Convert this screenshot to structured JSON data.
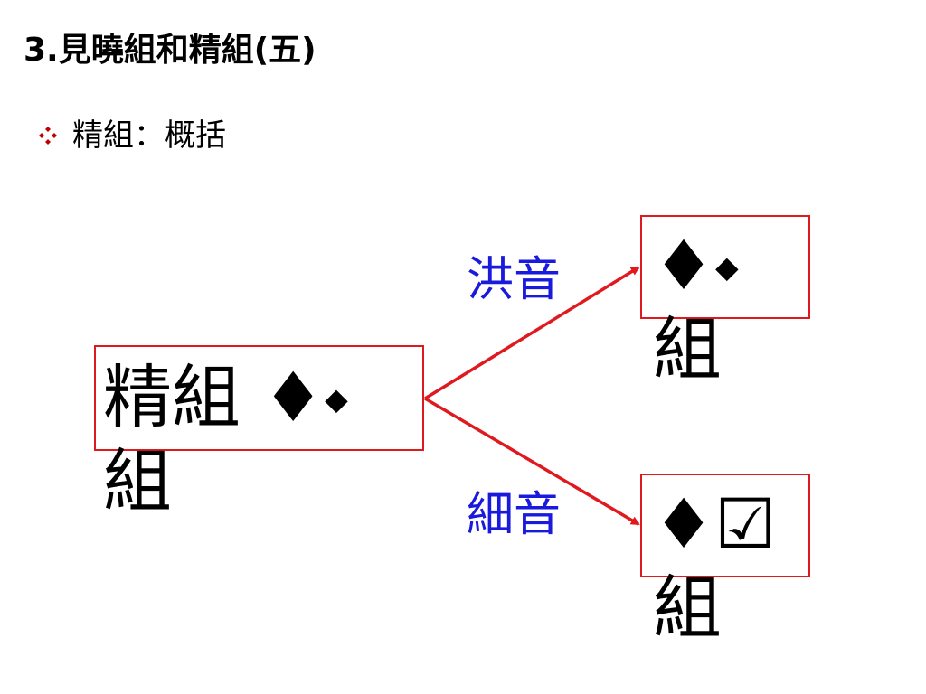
{
  "slide": {
    "title": "3.見曉組和精組(五)",
    "bullet": {
      "icon": "diamond-bullet-icon",
      "text": "精組：概括"
    }
  },
  "diagram": {
    "source": {
      "text": "精組 ♦⬩\n組"
    },
    "targets": [
      {
        "text": "♦⬩\n組",
        "edge_label": "洪音"
      },
      {
        "text": "♦☑\n組",
        "edge_label": "細音"
      }
    ]
  },
  "colors": {
    "box_border": "#e0191f",
    "arrow": "#e0191f",
    "edge_label": "#1a1adc",
    "bullet": "#c00000"
  }
}
